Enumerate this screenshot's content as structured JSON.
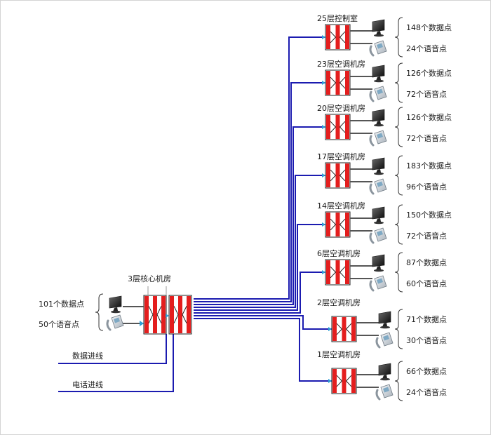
{
  "colors": {
    "line": "#1b1bb0",
    "panel": "#e41e1e",
    "panel_border": "#222222",
    "connector": "#555555",
    "accent": "#2e9fd6"
  },
  "core": {
    "title": "3层核心机房",
    "data_points": "101个数据点",
    "voice_points": "50个语音点",
    "data_inlet": "数据进线",
    "phone_inlet": "电话进线"
  },
  "floors": [
    {
      "name": "25层控制室",
      "data": "148个数据点",
      "voice": "24个语音点"
    },
    {
      "name": "23层空调机房",
      "data": "126个数据点",
      "voice": "72个语音点"
    },
    {
      "name": "20层空调机房",
      "data": "126个数据点",
      "voice": "72个语音点"
    },
    {
      "name": "17层空调机房",
      "data": "183个数据点",
      "voice": "96个语音点"
    },
    {
      "name": "14层空调机房",
      "data": "150个数据点",
      "voice": "72个语音点"
    },
    {
      "name": "6层空调机房",
      "data": "87个数据点",
      "voice": "60个语音点"
    },
    {
      "name": "2层空调机房",
      "data": "71个数据点",
      "voice": "30个语音点"
    },
    {
      "name": "1层空调机房",
      "data": "66个数据点",
      "voice": "24个语音点"
    }
  ],
  "icons": {
    "panel": "patch-panel-icon",
    "monitor": "monitor-icon",
    "phone": "phone-icon",
    "brace": "brace-icon"
  }
}
